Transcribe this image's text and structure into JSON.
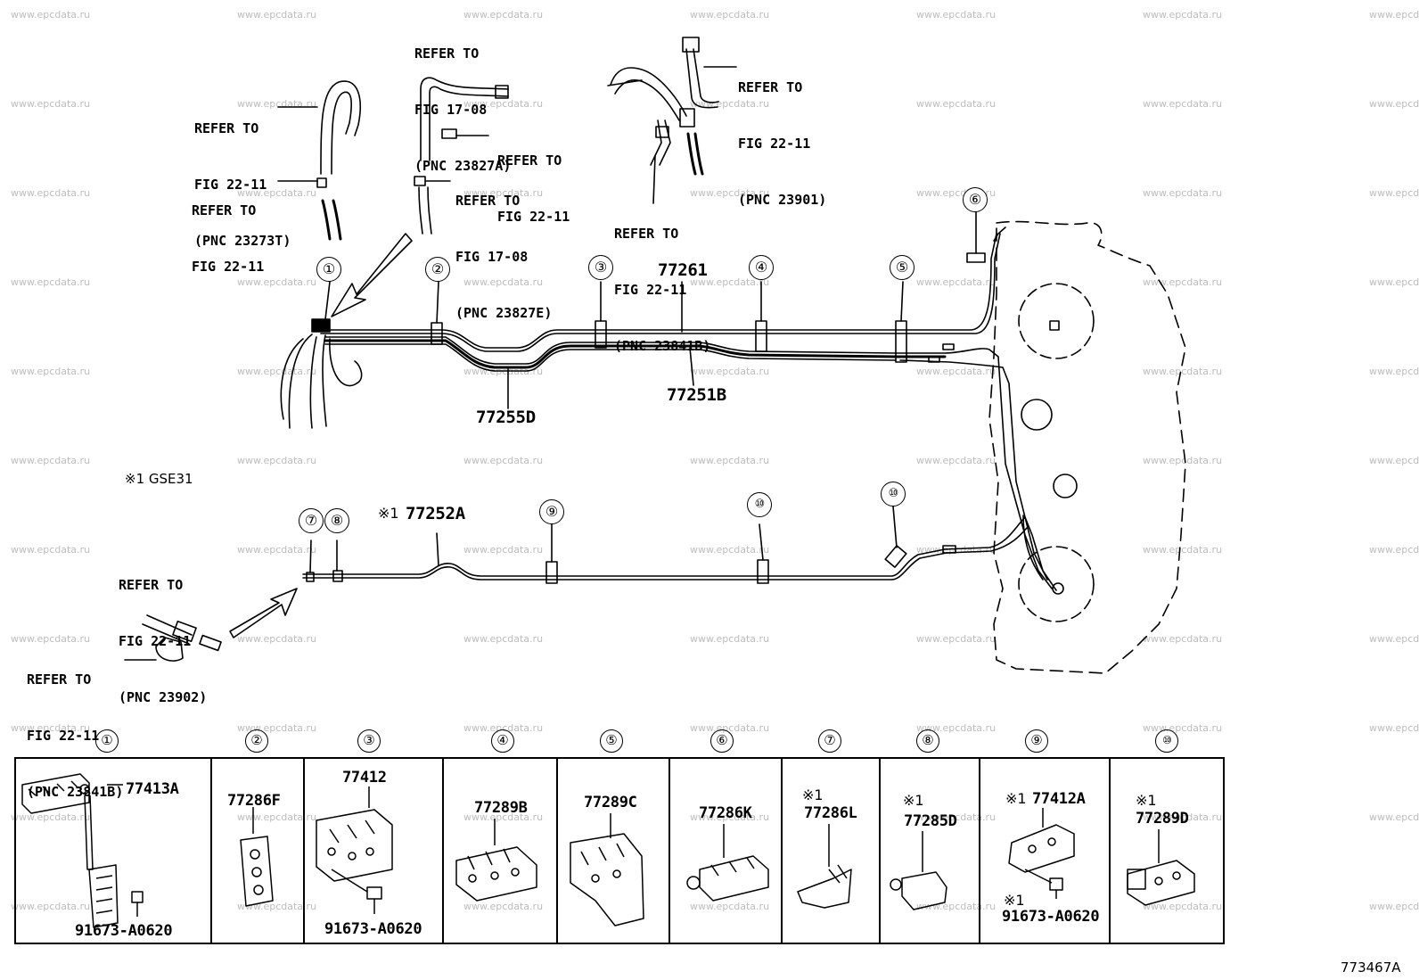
{
  "watermark": "www.epcdata.ru",
  "refer_notes": [
    {
      "id": "r1",
      "lines": [
        "REFER TO",
        "FIG 22-11",
        "(PNC 23273T)"
      ]
    },
    {
      "id": "r2",
      "lines": [
        "REFER TO",
        "FIG 22-11"
      ]
    },
    {
      "id": "r3",
      "lines": [
        "REFER TO",
        "FIG 17-08",
        "(PNC 23827A)"
      ]
    },
    {
      "id": "r4",
      "lines": [
        "REFER TO",
        "FIG 22-11"
      ]
    },
    {
      "id": "r5",
      "lines": [
        "REFER TO",
        "FIG 17-08",
        "(PNC 23827E)"
      ]
    },
    {
      "id": "r6",
      "lines": [
        "REFER TO",
        "FIG 22-11",
        "(PNC 23901)"
      ]
    },
    {
      "id": "r7",
      "lines": [
        "REFER TO",
        "FIG 22-11",
        "(PNC 23841B)"
      ]
    },
    {
      "id": "r8",
      "lines": [
        "REFER TO",
        "FIG 22-11",
        "(PNC 23902)"
      ]
    },
    {
      "id": "r9",
      "lines": [
        "REFER TO",
        "FIG 22-11",
        "(PNC 23841B)"
      ]
    }
  ],
  "part_labels": {
    "p77261": "77261",
    "p77255D": "77255D",
    "p77251B": "77251B",
    "p77252A": "77252A",
    "p77252A_mark": "※1"
  },
  "footnote": "※1 GSE31",
  "callouts": [
    "①",
    "②",
    "③",
    "④",
    "⑤",
    "⑥",
    "⑦",
    "⑧",
    "⑨",
    "⑩"
  ],
  "table": [
    {
      "callout": "①",
      "parts": [
        "77413A",
        "91673-A0620"
      ]
    },
    {
      "callout": "②",
      "parts": [
        "77286F"
      ]
    },
    {
      "callout": "③",
      "parts": [
        "77412",
        "91673-A0620"
      ]
    },
    {
      "callout": "④",
      "parts": [
        "77289B"
      ]
    },
    {
      "callout": "⑤",
      "parts": [
        "77289C"
      ]
    },
    {
      "callout": "⑥",
      "parts": [
        "77286K"
      ]
    },
    {
      "callout": "⑦",
      "parts": [
        "77286L"
      ],
      "mark": "※1"
    },
    {
      "callout": "⑧",
      "parts": [
        "77285D"
      ],
      "mark": "※1"
    },
    {
      "callout": "⑨",
      "parts": [
        "77412A",
        "91673-A0620"
      ],
      "mark": "※1",
      "mark2": "※1"
    },
    {
      "callout": "⑩",
      "parts": [
        "77289D"
      ],
      "mark": "※1"
    }
  ],
  "figure_id": "773467A"
}
